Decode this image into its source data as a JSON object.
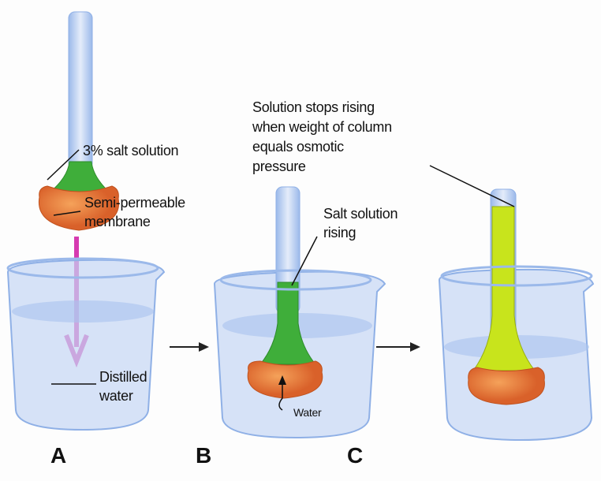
{
  "labels": {
    "salt_solution": "3% salt solution",
    "membrane_line1": "Semi-permeable",
    "membrane_line2": "membrane",
    "distilled_line1": "Distilled",
    "distilled_line2": "water",
    "rising_line1": "Salt solution",
    "rising_line2": "rising",
    "water": "Water",
    "stops_line1": "Solution stops rising",
    "stops_line2": "when weight of column",
    "stops_line3": "equals osmotic",
    "stops_line4": "pressure"
  },
  "panels": {
    "a": "A",
    "b": "B",
    "c": "C"
  },
  "colors": {
    "glass": "#b9cff0",
    "water": "#c5d6f3",
    "green_solution": "#3fae3a",
    "yellow_solution": "#c8e41c",
    "membrane": "#e8773a",
    "flow_arrow": "#d63ab0"
  }
}
